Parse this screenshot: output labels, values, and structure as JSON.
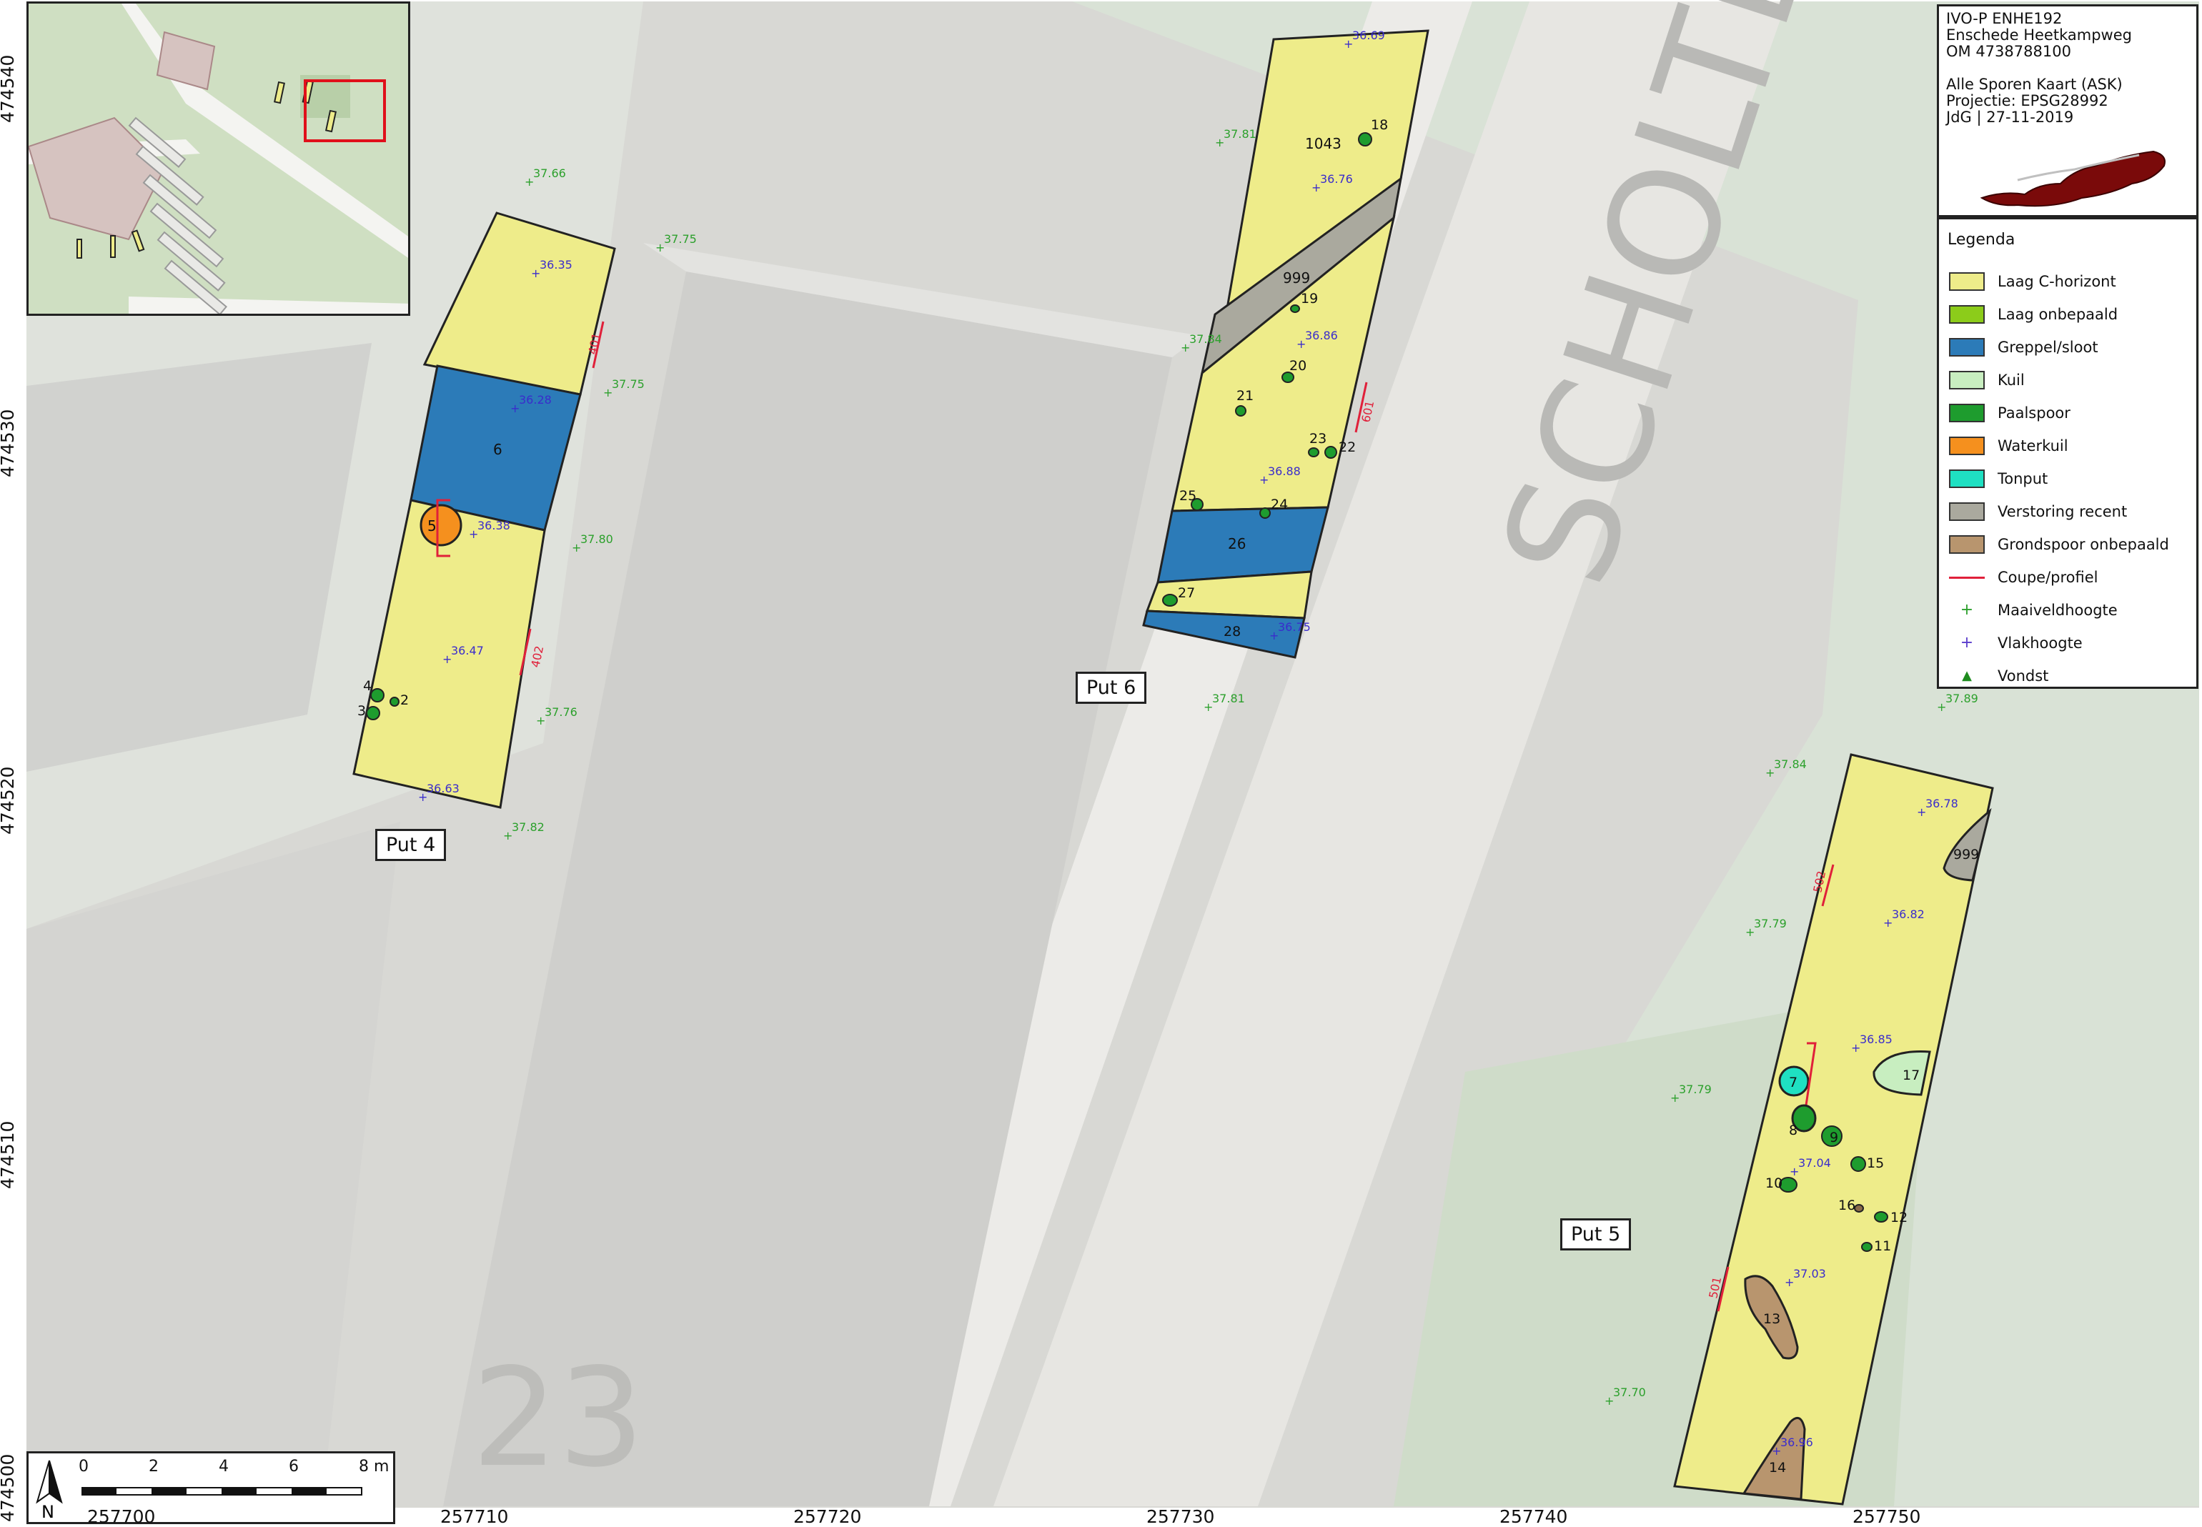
{
  "title_block": {
    "lines": [
      "IVO-P ENHE192",
      "Enschede Heetkampweg",
      "OM 4738788100",
      "",
      "Alle Sporen Kaart (ASK)",
      "Projectie: EPSG28992",
      "JdG | 27-11-2019"
    ]
  },
  "legend": {
    "title": "Legenda",
    "items": [
      {
        "kind": "fill",
        "label": "Laag C-horizont",
        "color": "#eeec8a"
      },
      {
        "kind": "fill",
        "label": "Laag onbepaald",
        "color": "#8ccc1a"
      },
      {
        "kind": "fill",
        "label": "Greppel/sloot",
        "color": "#2c7bb8"
      },
      {
        "kind": "fill",
        "label": "Kuil",
        "color": "#c8eec0"
      },
      {
        "kind": "fill",
        "label": "Paalspoor",
        "color": "#1e9c2e"
      },
      {
        "kind": "fill",
        "label": "Waterkuil",
        "color": "#f5901e"
      },
      {
        "kind": "fill",
        "label": "Tonput",
        "color": "#1fe0c2"
      },
      {
        "kind": "fill",
        "label": "Verstoring recent",
        "color": "#aaa99e"
      },
      {
        "kind": "fill",
        "label": "Grondspoor onbepaald",
        "color": "#b8956e"
      },
      {
        "kind": "line",
        "label": "Coupe/profiel",
        "color": "#e0203a"
      },
      {
        "kind": "plus",
        "label": "Maaiveldhoogte",
        "color": "#2ca02c"
      },
      {
        "kind": "plus",
        "label": "Vlakhoogte",
        "color": "#5a3ccc"
      },
      {
        "kind": "triangle",
        "label": "Vondst",
        "color": "#1e8c1e"
      }
    ]
  },
  "street_text": {
    "scholten": "SCHOLTEN",
    "house_number": "23"
  },
  "trenches": [
    {
      "name": "Put 4",
      "label": "Put 4"
    },
    {
      "name": "Put 5",
      "label": "Put 5"
    },
    {
      "name": "Put 6",
      "label": "Put 6"
    }
  ],
  "features": {
    "put4": [
      "6",
      "5",
      "4",
      "3",
      "2"
    ],
    "put6": [
      "1043",
      "18",
      "999",
      "19",
      "20",
      "21",
      "23",
      "22",
      "25",
      "24",
      "26",
      "27",
      "28"
    ],
    "put5": [
      "999",
      "17",
      "7",
      "8",
      "9",
      "15",
      "10",
      "16",
      "12",
      "11",
      "13",
      "14"
    ]
  },
  "profiles": [
    "401",
    "402",
    "601",
    "502",
    "501"
  ],
  "maaiveld_heights": [
    "37.66",
    "37.75",
    "37.75",
    "37.80",
    "37.76",
    "37.82",
    "37.81",
    "37.84",
    "37.81",
    "37.89",
    "37.84",
    "37.79",
    "37.79",
    "37.70"
  ],
  "vlak_heights": [
    "36.35",
    "36.28",
    "36.38",
    "36.47",
    "36.63",
    "36.69",
    "36.76",
    "36.86",
    "36.88",
    "36.75",
    "36.78",
    "36.82",
    "36.85",
    "37.04",
    "37.03",
    "36.96"
  ],
  "scale": {
    "labels": [
      "0",
      "2",
      "4",
      "6",
      "8 m"
    ],
    "north": "N"
  },
  "axis_x": [
    "257700",
    "257710",
    "257720",
    "257730",
    "257740",
    "257750"
  ],
  "axis_y": [
    "474540",
    "474530",
    "474520",
    "474510",
    "474500"
  ]
}
